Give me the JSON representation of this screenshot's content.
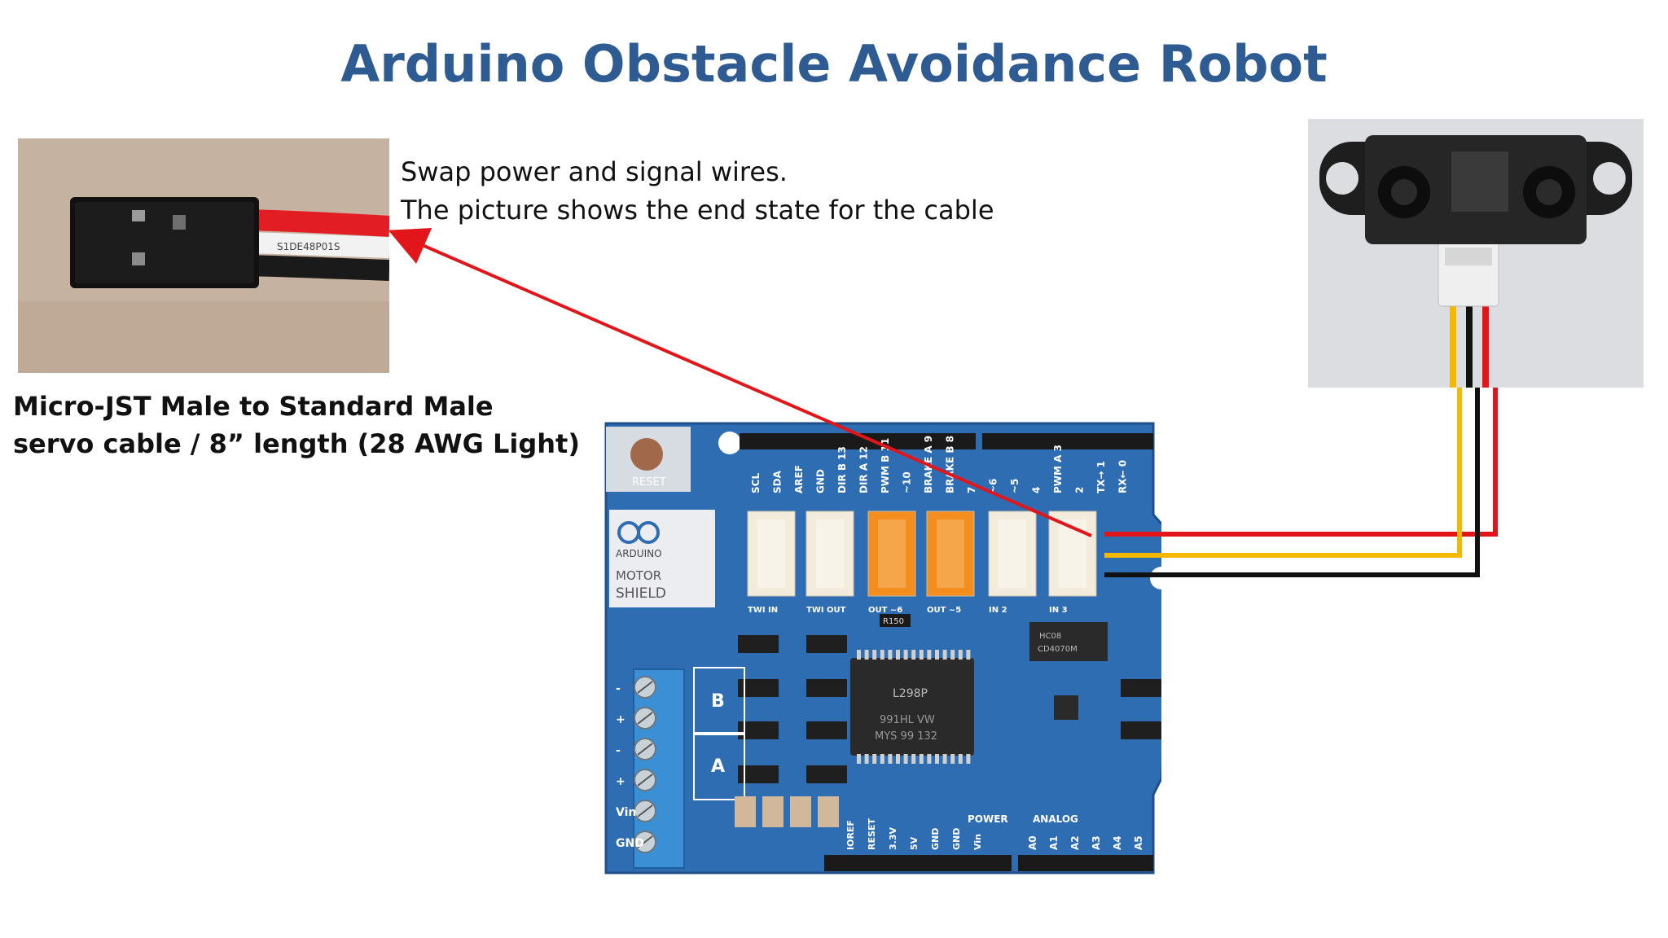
{
  "title": "Arduino Obstacle Avoidance Robot",
  "note": {
    "line1": "Swap power and signal wires.",
    "line2": "The picture shows the end state for the cable"
  },
  "caption": {
    "line1": "Micro-JST Male to Standard Male",
    "line2": "servo cable / 8” length (28 AWG Light)"
  },
  "board": {
    "reset_label": "RESET",
    "brand": "ARDUINO",
    "model_line1": "MOTOR",
    "model_line2": "SHIELD",
    "header_pins": [
      "SCL",
      "SDA",
      "AREF",
      "GND",
      "DIR B 13",
      "DIR A 12",
      "PWM B 11",
      "~10",
      "BRAKE A 9",
      "BRAKE B 8",
      "7",
      "~6",
      "~5",
      "4",
      "PWM A 3",
      "2",
      "TX→ 1",
      "RX← 0"
    ],
    "connector_labels": [
      "TWI   IN",
      "TWI   OUT",
      "OUT   ~6",
      "OUT   ~5",
      "IN      2",
      "IN      3"
    ],
    "chip_main_line1": "L298P",
    "chip_main_line2": "991HL VW",
    "chip_main_line3": "MYS 99 132",
    "chip_logic_line1": "HC08",
    "chip_logic_line2": "CD4070M",
    "resistor_label": "R150",
    "channel_b": "B",
    "channel_a": "A",
    "power_title": "POWER",
    "power_pins": [
      "IOREF",
      "RESET",
      "3.3V",
      "5V",
      "GND",
      "GND",
      "Vin"
    ],
    "analog_title": "ANALOG",
    "analog_pins": [
      "A0",
      "A1",
      "A2",
      "A3",
      "A4",
      "A5"
    ],
    "terminal_labels": [
      "-",
      "+",
      "-",
      "+",
      "Vin",
      "GND"
    ]
  },
  "colors": {
    "title": "#2e5c92",
    "board": "#2f6db3",
    "arrow": "#e2161a",
    "wire_red": "#e2161a",
    "wire_yellow": "#f4b800",
    "wire_black": "#111111",
    "connector_white": "#f3ecdc",
    "connector_orange": "#f28d1e"
  }
}
